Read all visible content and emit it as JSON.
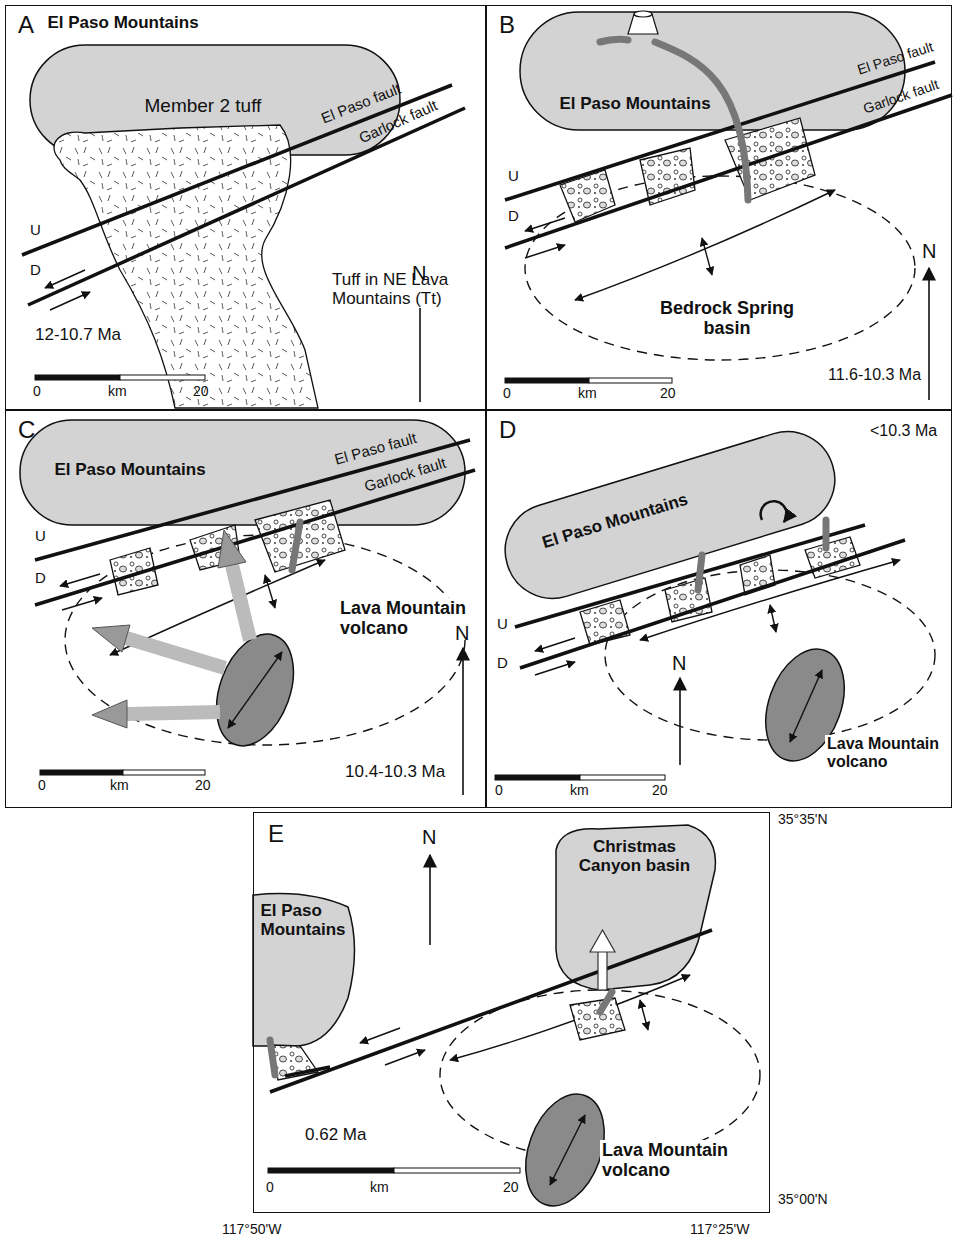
{
  "diagram": {
    "nodes": [
      {
        "text": [
          "A"
        ]
      },
      {
        "text": [
          "El Paso Mountains",
          "Member 2 tuff"
        ],
        "in": 0
      },
      {
        "text": [
          "B"
        ]
      },
      {
        "text": [
          "El Paso Mountains"
        ],
        "in": 2
      },
      {
        "text": [
          "C"
        ]
      },
      {
        "text": [
          "El Paso Mountains"
        ],
        "in": 4
      },
      {
        "text": [
          "D"
        ]
      },
      {
        "text": [
          "El Paso Mountains"
        ],
        "in": 6
      },
      {
        "text": [
          "E"
        ]
      },
      {
        "text": [
          "El Paso Mountains"
        ],
        "in": 8
      },
      {
        "text": [
          "Christmas Canyon basin"
        ],
        "in": 8
      }
    ],
    "labels": [
      "El Paso fault",
      "Garlock fault",
      "U",
      "D",
      "Tuff in NE Lava Mountains (Tt)",
      "N",
      "12-10.7 Ma",
      "0",
      "km",
      "20",
      "El Paso fault",
      "Garlock fault",
      "U",
      "D",
      "Bedrock Spring basin",
      "N",
      "11.6-10.3 Ma",
      "0",
      "km",
      "20",
      "El Paso fault",
      "Garlock fault",
      "U",
      "D",
      "Lava Mountain volcano",
      "N",
      "10.4-10.3 Ma",
      "0",
      "km",
      "20",
      "<10.3 Ma",
      "U",
      "D",
      "N",
      "Lava Mountain volcano",
      "0",
      "km",
      "20",
      "N",
      "0.62 Ma",
      "Lava Mountain volcano",
      "0",
      "km",
      "20",
      "35°35'N",
      "35°00'N",
      "117°50'W",
      "117°25'W"
    ]
  }
}
